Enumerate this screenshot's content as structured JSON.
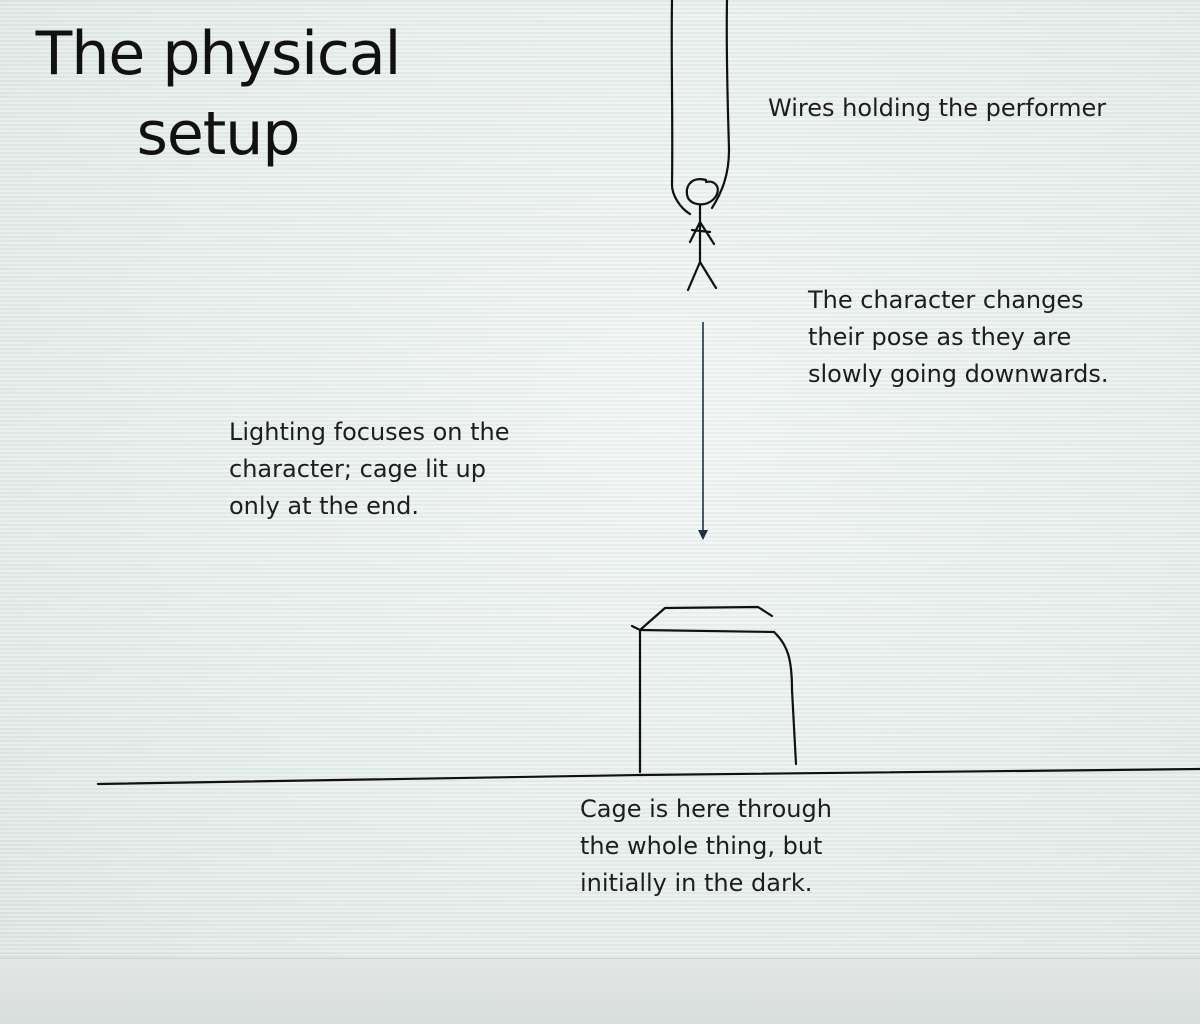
{
  "slide": {
    "title_line1": "The physical",
    "title_line2": "setup"
  },
  "annotations": {
    "wires": "Wires holding the performer",
    "pose_line1": "The character changes",
    "pose_line2": "their pose as they are",
    "pose_line3": "slowly going downwards.",
    "lighting_line1": "Lighting focuses on the",
    "lighting_line2": "character; cage lit up",
    "lighting_line3": "only at the end.",
    "cage_line1": "Cage is here through",
    "cage_line2": "the whole thing, but",
    "cage_line3": "initially in the dark."
  },
  "colors": {
    "ink": "#111111",
    "arrow": "#1f3142"
  }
}
